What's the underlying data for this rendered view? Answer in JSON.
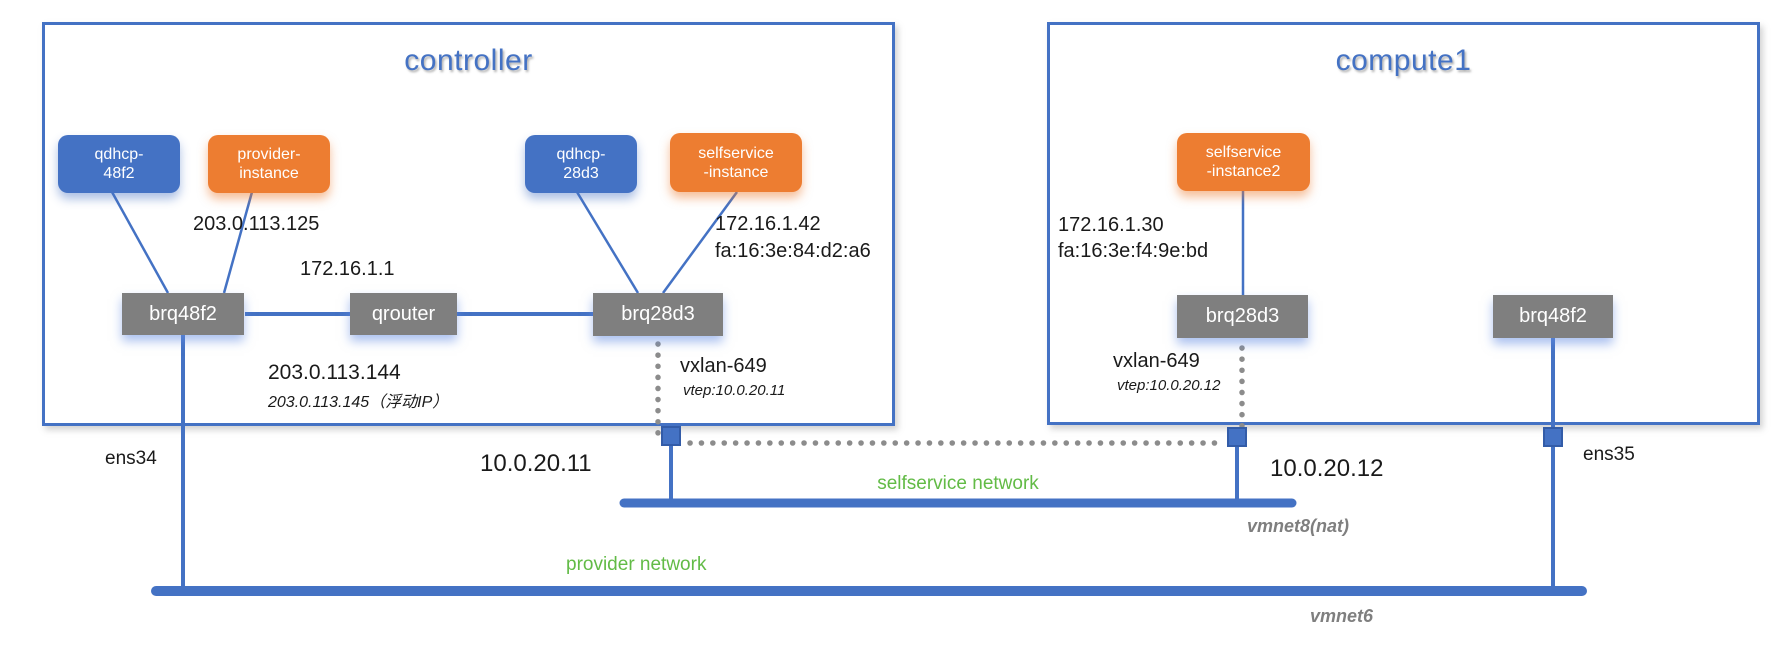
{
  "colors": {
    "accent_blue": "#4472C4",
    "accent_orange": "#ED7D31",
    "bridge_gray": "#7F7F7F",
    "network_green": "#62BB46",
    "vm_label_gray": "#7F7F7F",
    "dot_gray": "#8C8C8C"
  },
  "controller": {
    "title": "controller",
    "instances": [
      {
        "label": "qdhcp-\n48f2"
      },
      {
        "label": "provider-\ninstance"
      },
      {
        "label": "qdhcp-\n28d3"
      },
      {
        "label": "selfservice\n-instance"
      }
    ],
    "bridges": [
      {
        "label": "brq48f2"
      },
      {
        "label": "qrouter"
      },
      {
        "label": "brq28d3"
      }
    ],
    "labels": {
      "provider_ip": "203.0.113.125",
      "router_selfservice_ip": "172.16.1.1",
      "instance_ip": "172.16.1.42",
      "instance_mac": "fa:16:3e:84:d2:a6",
      "router_provider_ip": "203.0.113.144",
      "floating_ip": "203.0.113.145（浮动IP）",
      "vxlan": "vxlan-649",
      "vtep": "vtep:10.0.20.11",
      "nic": "ens34",
      "tunnel_ip": "10.0.20.11"
    }
  },
  "compute1": {
    "title": "compute1",
    "instances": [
      {
        "label": "selfservice\n-instance2"
      }
    ],
    "bridges": [
      {
        "label": "brq28d3"
      },
      {
        "label": "brq48f2"
      }
    ],
    "labels": {
      "instance_ip": "172.16.1.30",
      "instance_mac": "fa:16:3e:f4:9e:bd",
      "vxlan": "vxlan-649",
      "vtep": "vtep:10.0.20.12",
      "nic": "ens35",
      "tunnel_ip": "10.0.20.12"
    }
  },
  "networks": {
    "selfservice_label": "selfservice network",
    "provider_label": "provider network",
    "vmnet8_label": "vmnet8(nat)",
    "vmnet6_label": "vmnet6"
  }
}
